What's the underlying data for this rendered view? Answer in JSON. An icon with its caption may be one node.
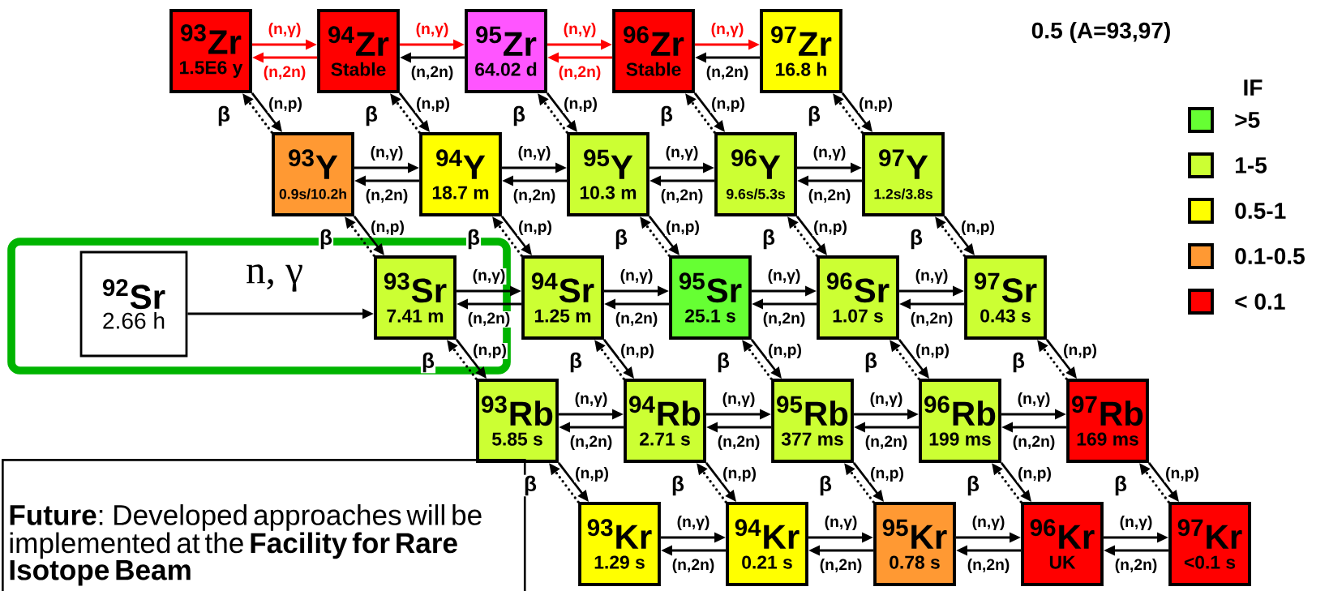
{
  "diagram": {
    "nodes": [
      {
        "text": [
          "$^{93}$Zr",
          "1.5E6 y"
        ]
      },
      {
        "text": [
          "$^{94}$Zr",
          "Stable"
        ]
      },
      {
        "text": [
          "$^{95}$Zr",
          "64.02 d"
        ]
      },
      {
        "text": [
          "$^{96}$Zr",
          "Stable"
        ]
      },
      {
        "text": [
          "$^{97}$Zr",
          "16.8 h"
        ]
      },
      {
        "text": [
          "$^{93}$Y",
          "0.9s/10.2h"
        ]
      },
      {
        "text": [
          "$^{94}$Y",
          "18.7 m"
        ]
      },
      {
        "text": [
          "$^{95}$Y",
          "10.3 m"
        ]
      },
      {
        "text": [
          "$^{96}$Y",
          "9.6s/5.3s"
        ]
      },
      {
        "text": [
          "$^{97}$Y",
          "1.2s/3.8s"
        ]
      },
      {
        "text": [
          "$^{93}$Sr",
          "7.41 m"
        ]
      },
      {
        "text": [
          "$^{94}$Sr",
          "1.25 m"
        ]
      },
      {
        "text": [
          "$^{95}$Sr",
          "25.1 s"
        ]
      },
      {
        "text": [
          "$^{96}$Sr",
          "1.07 s"
        ]
      },
      {
        "text": [
          "$^{97}$Sr",
          "0.43 s"
        ]
      },
      {
        "text": [
          "$^{93}$Rb",
          "5.85 s"
        ]
      },
      {
        "text": [
          "$^{94}$Rb",
          "2.71 s"
        ]
      },
      {
        "text": [
          "$^{95}$Rb",
          "377 ms"
        ]
      },
      {
        "text": [
          "$^{96}$Rb",
          "199 ms"
        ]
      },
      {
        "text": [
          "$^{97}$Rb",
          "169 ms"
        ]
      },
      {
        "text": [
          "$^{93}$Kr",
          "1.29 s"
        ]
      },
      {
        "text": [
          "$^{94}$Kr",
          "0.21 s"
        ]
      },
      {
        "text": [
          "$^{95}$Kr",
          "0.78 s"
        ]
      },
      {
        "text": [
          "$^{96}$Kr",
          "UK"
        ]
      },
      {
        "text": [
          "$^{97}$Kr",
          "<0.1 s"
        ]
      },
      {
        "text": [
          "$^{92}$Sr",
          "2.66 h"
        ]
      },
      {
        "text": [
          "**Future**: Developed approaches will be implemented at the **Facility for Rare Isotope Beam**"
        ]
      }
    ],
    "edges": [
      {
        "from": 0,
        "to": 1,
        "arrow": "to",
        "label": "(n,γ)",
        "color": "#ff0000"
      },
      {
        "from": 1,
        "to": 0,
        "arrow": "to",
        "label": "(n,2n)",
        "color": "#ff0000"
      },
      {
        "from": 1,
        "to": 2,
        "arrow": "to",
        "label": "(n,γ)",
        "color": "#ff0000"
      },
      {
        "from": 2,
        "to": 1,
        "arrow": "to",
        "label": "(n,2n)"
      },
      {
        "from": 2,
        "to": 3,
        "arrow": "to",
        "label": "(n,γ)",
        "color": "#ff0000"
      },
      {
        "from": 3,
        "to": 2,
        "arrow": "to",
        "label": "(n,2n)",
        "color": "#ff0000"
      },
      {
        "from": 3,
        "to": 4,
        "arrow": "to",
        "label": "(n,γ)",
        "color": "#ff0000"
      },
      {
        "from": 4,
        "to": 3,
        "arrow": "to",
        "label": "(n,2n)"
      },
      {
        "from": 5,
        "to": 6,
        "arrow": "to",
        "label": "(n,γ)"
      },
      {
        "from": 6,
        "to": 5,
        "arrow": "to",
        "label": "(n,2n)"
      },
      {
        "from": 6,
        "to": 7,
        "arrow": "to",
        "label": "(n,γ)"
      },
      {
        "from": 7,
        "to": 6,
        "arrow": "to",
        "label": "(n,2n)"
      },
      {
        "from": 7,
        "to": 8,
        "arrow": "to",
        "label": "(n,γ)"
      },
      {
        "from": 8,
        "to": 7,
        "arrow": "to",
        "label": "(n,2n)"
      },
      {
        "from": 8,
        "to": 9,
        "arrow": "to",
        "label": "(n,γ)"
      },
      {
        "from": 9,
        "to": 8,
        "arrow": "to",
        "label": "(n,2n)"
      },
      {
        "from": 10,
        "to": 11,
        "arrow": "to",
        "label": "(n,γ)"
      },
      {
        "from": 11,
        "to": 10,
        "arrow": "to",
        "label": "(n,2n)"
      },
      {
        "from": 11,
        "to": 12,
        "arrow": "to",
        "label": "(n,γ)"
      },
      {
        "from": 12,
        "to": 11,
        "arrow": "to",
        "label": "(n,2n)"
      },
      {
        "from": 12,
        "to": 13,
        "arrow": "to",
        "label": "(n,γ)"
      },
      {
        "from": 13,
        "to": 12,
        "arrow": "to",
        "label": "(n,2n)"
      },
      {
        "from": 13,
        "to": 14,
        "arrow": "to",
        "label": "(n,γ)"
      },
      {
        "from": 14,
        "to": 13,
        "arrow": "to",
        "label": "(n,2n)"
      },
      {
        "from": 15,
        "to": 16,
        "arrow": "to",
        "label": "(n,γ)"
      },
      {
        "from": 16,
        "to": 15,
        "arrow": "to",
        "label": "(n,2n)"
      },
      {
        "from": 16,
        "to": 17,
        "arrow": "to",
        "label": "(n,γ)"
      },
      {
        "from": 17,
        "to": 16,
        "arrow": "to",
        "label": "(n,2n)"
      },
      {
        "from": 17,
        "to": 18,
        "arrow": "to",
        "label": "(n,γ)"
      },
      {
        "from": 18,
        "to": 17,
        "arrow": "to",
        "label": "(n,2n)"
      },
      {
        "from": 18,
        "to": 19,
        "arrow": "to",
        "label": "(n,γ)"
      },
      {
        "from": 19,
        "to": 18,
        "arrow": "to",
        "label": "(n,2n)"
      },
      {
        "from": 20,
        "to": 21,
        "arrow": "to",
        "label": "(n,γ)"
      },
      {
        "from": 21,
        "to": 20,
        "arrow": "to",
        "label": "(n,2n)"
      },
      {
        "from": 21,
        "to": 22,
        "arrow": "to",
        "label": "(n,γ)"
      },
      {
        "from": 22,
        "to": 21,
        "arrow": "to",
        "label": "(n,2n)"
      },
      {
        "from": 22,
        "to": 23,
        "arrow": "to",
        "label": "(n,γ)"
      },
      {
        "from": 23,
        "to": 22,
        "arrow": "to",
        "label": "(n,2n)"
      },
      {
        "from": 23,
        "to": 24,
        "arrow": "to",
        "label": "(n,γ)"
      },
      {
        "from": 24,
        "to": 23,
        "arrow": "to",
        "label": "(n,2n)"
      },
      {
        "from": 0,
        "to": 5,
        "arrow": "to",
        "label": "(n,p)"
      },
      {
        "from": 5,
        "to": 0,
        "arrow": "to",
        "label": "β",
        "style": "dashed"
      },
      {
        "from": 1,
        "to": 6,
        "arrow": "to",
        "label": "(n,p)"
      },
      {
        "from": 6,
        "to": 1,
        "arrow": "to",
        "label": "β",
        "style": "dashed"
      },
      {
        "from": 2,
        "to": 7,
        "arrow": "to",
        "label": "(n,p)"
      },
      {
        "from": 7,
        "to": 2,
        "arrow": "to",
        "label": "β",
        "style": "dashed"
      },
      {
        "from": 3,
        "to": 8,
        "arrow": "to",
        "label": "(n,p)"
      },
      {
        "from": 8,
        "to": 3,
        "arrow": "to",
        "label": "β",
        "style": "dashed"
      },
      {
        "from": 4,
        "to": 9,
        "arrow": "to",
        "label": "(n,p)"
      },
      {
        "from": 9,
        "to": 4,
        "arrow": "to",
        "label": "β",
        "style": "dashed"
      },
      {
        "from": 5,
        "to": 10,
        "arrow": "to",
        "label": "(n,p)"
      },
      {
        "from": 10,
        "to": 5,
        "arrow": "to",
        "label": "β",
        "style": "dashed"
      },
      {
        "from": 6,
        "to": 11,
        "arrow": "to",
        "label": "(n,p)"
      },
      {
        "from": 11,
        "to": 6,
        "arrow": "to",
        "label": "β",
        "style": "dashed"
      },
      {
        "from": 7,
        "to": 12,
        "arrow": "to",
        "label": "(n,p)"
      },
      {
        "from": 12,
        "to": 7,
        "arrow": "to",
        "label": "β",
        "style": "dashed"
      },
      {
        "from": 8,
        "to": 13,
        "arrow": "to",
        "label": "(n,p)"
      },
      {
        "from": 13,
        "to": 8,
        "arrow": "to",
        "label": "β",
        "style": "dashed"
      },
      {
        "from": 9,
        "to": 14,
        "arrow": "to",
        "label": "(n,p)"
      },
      {
        "from": 14,
        "to": 9,
        "arrow": "to",
        "label": "β",
        "style": "dashed"
      },
      {
        "from": 10,
        "to": 15,
        "arrow": "to",
        "label": "(n,p)"
      },
      {
        "from": 15,
        "to": 10,
        "arrow": "to",
        "label": "β",
        "style": "dashed"
      },
      {
        "from": 11,
        "to": 16,
        "arrow": "to",
        "label": "(n,p)"
      },
      {
        "from": 16,
        "to": 11,
        "arrow": "to",
        "label": "β",
        "style": "dashed"
      },
      {
        "from": 12,
        "to": 17,
        "arrow": "to",
        "label": "(n,p)"
      },
      {
        "from": 17,
        "to": 12,
        "arrow": "to",
        "label": "β",
        "style": "dashed"
      },
      {
        "from": 13,
        "to": 18,
        "arrow": "to",
        "label": "(n,p)"
      },
      {
        "from": 18,
        "to": 13,
        "arrow": "to",
        "label": "β",
        "style": "dashed"
      },
      {
        "from": 14,
        "to": 19,
        "arrow": "to",
        "label": "(n,p)"
      },
      {
        "from": 19,
        "to": 14,
        "arrow": "to",
        "label": "β",
        "style": "dashed"
      },
      {
        "from": 15,
        "to": 20,
        "arrow": "to",
        "label": "(n,p)"
      },
      {
        "from": 20,
        "to": 15,
        "arrow": "to",
        "label": "β",
        "style": "dashed"
      },
      {
        "from": 16,
        "to": 21,
        "arrow": "to",
        "label": "(n,p)"
      },
      {
        "from": 21,
        "to": 16,
        "arrow": "to",
        "label": "β",
        "style": "dashed"
      },
      {
        "from": 17,
        "to": 22,
        "arrow": "to",
        "label": "(n,p)"
      },
      {
        "from": 22,
        "to": 17,
        "arrow": "to",
        "label": "β",
        "style": "dashed"
      },
      {
        "from": 18,
        "to": 23,
        "arrow": "to",
        "label": "(n,p)"
      },
      {
        "from": 23,
        "to": 18,
        "arrow": "to",
        "label": "β",
        "style": "dashed"
      },
      {
        "from": 19,
        "to": 24,
        "arrow": "to",
        "label": "(n,p)"
      },
      {
        "from": 24,
        "to": 19,
        "arrow": "to",
        "label": "β",
        "style": "dashed"
      },
      {
        "from": 25,
        "to": 10,
        "arrow": "to",
        "label": "n, γ"
      }
    ],
    "labels": [
      "0.5 (A=93,97)",
      "IF"
    ],
    "legend": [
      {
        "text": ">5",
        "color": "#66ff33"
      },
      {
        "text": "1-5",
        "color": "#ccff33"
      },
      {
        "text": "0.5-1",
        "color": "#ffff00"
      },
      {
        "text": "0.1-0.5",
        "color": "#ff9933"
      },
      {
        "text": "< 0.1",
        "color": "#ff0000"
      }
    ]
  }
}
